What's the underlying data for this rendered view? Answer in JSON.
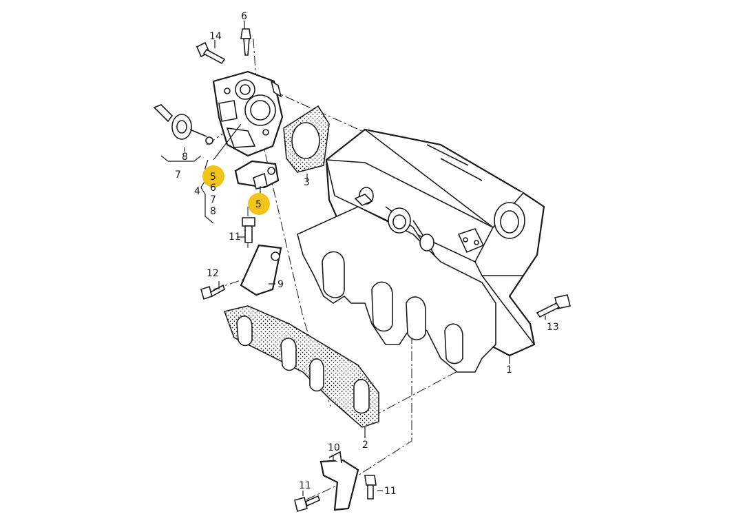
{
  "highlight_color": "#f2c318",
  "callouts": {
    "c1": "1",
    "c2": "2",
    "c3": "3",
    "c4": "4",
    "c5a": "5",
    "c5b": "5",
    "c6a": "6",
    "c6b": "6",
    "c7a": "7",
    "c7b": "7",
    "c8a": "8",
    "c8b": "8",
    "c9": "9",
    "c10": "10",
    "c11a": "11",
    "c11b": "11",
    "c11c": "11",
    "c12": "12",
    "c13": "13",
    "c14": "14"
  }
}
